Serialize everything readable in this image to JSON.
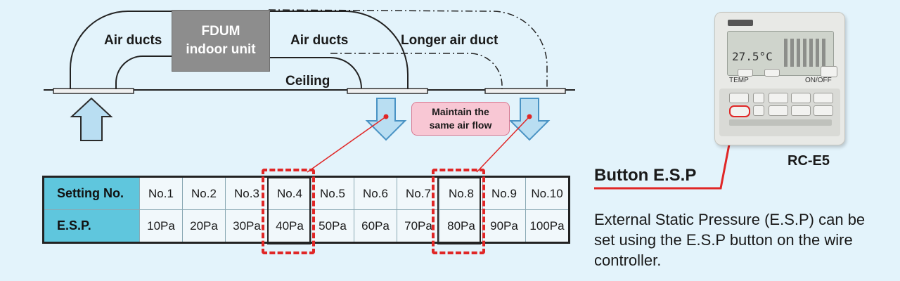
{
  "diagram": {
    "unit_label_line1": "FDUM",
    "unit_label_line2": "indoor unit",
    "air_ducts_left": "Air ducts",
    "air_ducts_right": "Air ducts",
    "longer_duct": "Longer air duct",
    "ceiling": "Ceiling",
    "bubble_line1": "Maintain the",
    "bubble_line2": "same air flow"
  },
  "table": {
    "row_headers": [
      "Setting No.",
      "E.S.P."
    ],
    "settings": [
      "No.1",
      "No.2",
      "No.3",
      "No.4",
      "No.5",
      "No.6",
      "No.7",
      "No.8",
      "No.9",
      "No.10"
    ],
    "esp_values": [
      "10Pa",
      "20Pa",
      "30Pa",
      "40Pa",
      "50Pa",
      "60Pa",
      "70Pa",
      "80Pa",
      "90Pa",
      "100Pa"
    ],
    "highlighted": [
      "No.4",
      "No.8"
    ]
  },
  "controller": {
    "model": "RC-E5",
    "temp_display": "27.5°C",
    "temp_label": "TEMP",
    "onoff_label": "ON/OFF"
  },
  "button_title": "Button E.S.P",
  "description": "External Static Pressure (E.S.P) can be set using the E.S.P button on the wire controller.",
  "colors": {
    "background": "#e3f3fb",
    "header_cell": "#5fc6dd",
    "highlight": "#e02626",
    "bubble": "#f8c7d4",
    "arrow_fill": "#b9def2"
  }
}
